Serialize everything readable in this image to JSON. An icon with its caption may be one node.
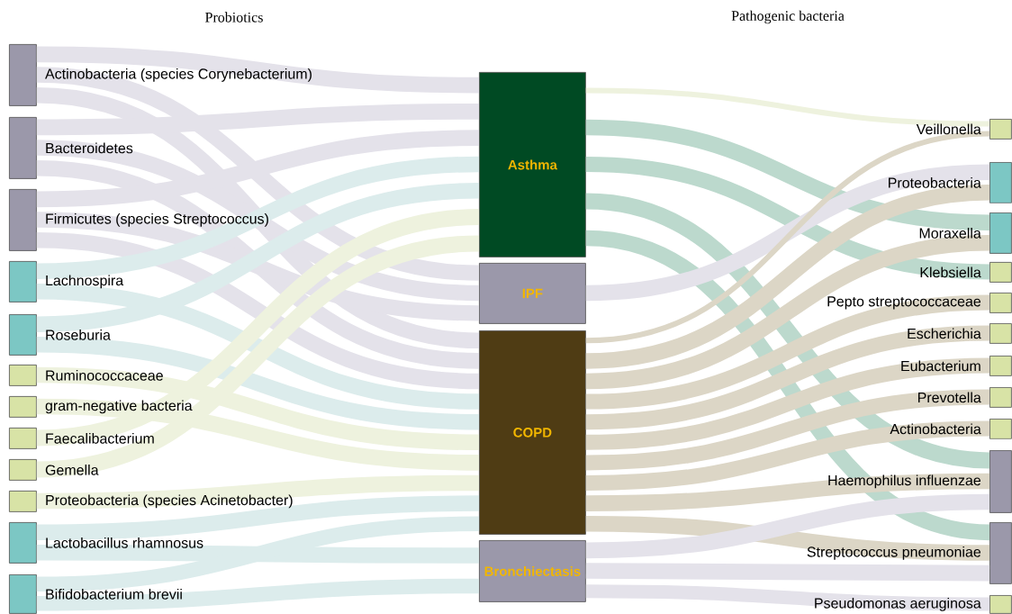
{
  "diagram": {
    "nodes": [
      {
        "text": [
          "Actinobacteria (species Corynebacterium)"
        ]
      },
      {
        "text": [
          "Bacteroidetes"
        ]
      },
      {
        "text": [
          "Firmicutes (species Streptococcus)"
        ]
      },
      {
        "text": [
          "Lachnospira"
        ]
      },
      {
        "text": [
          "Roseburia"
        ]
      },
      {
        "text": [
          "Ruminococcaceae"
        ]
      },
      {
        "text": [
          "gram-negative bacteria"
        ]
      },
      {
        "text": [
          "Faecalibacterium"
        ]
      },
      {
        "text": [
          "Gemella"
        ]
      },
      {
        "text": [
          "Proteobacteria (species Acinetobacter)"
        ]
      },
      {
        "text": [
          "Lactobacillus rhamnosus"
        ]
      },
      {
        "text": [
          "Bifidobacterium brevii"
        ]
      },
      {
        "text": [
          "Asthma"
        ]
      },
      {
        "text": [
          "IPF"
        ]
      },
      {
        "text": [
          "COPD"
        ]
      },
      {
        "text": [
          "Bronchiectasis"
        ]
      },
      {
        "text": [
          "Veillonella"
        ]
      },
      {
        "text": [
          "Proteobacteria"
        ]
      },
      {
        "text": [
          "Moraxella"
        ]
      },
      {
        "text": [
          "Klebsiella"
        ]
      },
      {
        "text": [
          "Pepto streptococcaceae"
        ]
      },
      {
        "text": [
          "Escherichia"
        ]
      },
      {
        "text": [
          "Eubacterium"
        ]
      },
      {
        "text": [
          "Prevotella"
        ]
      },
      {
        "text": [
          "Actinobacteria"
        ]
      },
      {
        "text": [
          "Haemophilus influenzae"
        ]
      },
      {
        "text": [
          "Streptococcus pneumoniae"
        ]
      },
      {
        "text": [
          "Pseudomonas aeruginosa"
        ]
      }
    ],
    "edges": [
      {
        "from": 0,
        "to": 12,
        "arrow": "none",
        "color": "#e4e2ea"
      },
      {
        "from": 0,
        "to": 13,
        "arrow": "none",
        "color": "#e4e2ea"
      },
      {
        "from": 0,
        "to": 14,
        "arrow": "none",
        "color": "#e4e2ea"
      },
      {
        "from": 1,
        "to": 12,
        "arrow": "none",
        "color": "#e4e2ea"
      },
      {
        "from": 1,
        "to": 13,
        "arrow": "none",
        "color": "#e4e2ea"
      },
      {
        "from": 1,
        "to": 14,
        "arrow": "none",
        "color": "#e4e2ea"
      },
      {
        "from": 2,
        "to": 12,
        "arrow": "none",
        "color": "#e4e2ea"
      },
      {
        "from": 2,
        "to": 13,
        "arrow": "none",
        "color": "#e4e2ea"
      },
      {
        "from": 2,
        "to": 14,
        "arrow": "none",
        "color": "#e4e2ea"
      },
      {
        "from": 3,
        "to": 12,
        "arrow": "none",
        "color": "#dcecec"
      },
      {
        "from": 3,
        "to": 14,
        "arrow": "none",
        "color": "#dcecec"
      },
      {
        "from": 4,
        "to": 12,
        "arrow": "none",
        "color": "#dcecec"
      },
      {
        "from": 4,
        "to": 14,
        "arrow": "none",
        "color": "#dcecec"
      },
      {
        "from": 5,
        "to": 14,
        "arrow": "none",
        "color": "#eef2de"
      },
      {
        "from": 6,
        "to": 14,
        "arrow": "none",
        "color": "#eef2de"
      },
      {
        "from": 7,
        "to": 12,
        "arrow": "none",
        "color": "#eef2de"
      },
      {
        "from": 8,
        "to": 12,
        "arrow": "none",
        "color": "#eef2de"
      },
      {
        "from": 9,
        "to": 14,
        "arrow": "none",
        "color": "#eef2de"
      },
      {
        "from": 10,
        "to": 14,
        "arrow": "none",
        "color": "#dcecec"
      },
      {
        "from": 10,
        "to": 15,
        "arrow": "none",
        "color": "#dcecec"
      },
      {
        "from": 11,
        "to": 14,
        "arrow": "none",
        "color": "#dcecec"
      },
      {
        "from": 11,
        "to": 15,
        "arrow": "none",
        "color": "#dcecec"
      },
      {
        "from": 12,
        "to": 16,
        "arrow": "none",
        "color": "#eef2de"
      },
      {
        "from": 12,
        "to": 18,
        "arrow": "none",
        "color": "#bcd9cd"
      },
      {
        "from": 12,
        "to": 19,
        "arrow": "none",
        "color": "#bcd9cd"
      },
      {
        "from": 12,
        "to": 25,
        "arrow": "none",
        "color": "#bcd9cd"
      },
      {
        "from": 12,
        "to": 26,
        "arrow": "none",
        "color": "#bcd9cd"
      },
      {
        "from": 13,
        "to": 17,
        "arrow": "none",
        "color": "#e4e2ea"
      },
      {
        "from": 14,
        "to": 16,
        "arrow": "none",
        "color": "#dcd6c6"
      },
      {
        "from": 14,
        "to": 17,
        "arrow": "none",
        "color": "#dcd6c6"
      },
      {
        "from": 14,
        "to": 18,
        "arrow": "none",
        "color": "#dcd6c6"
      },
      {
        "from": 14,
        "to": 20,
        "arrow": "none",
        "color": "#dcd6c6"
      },
      {
        "from": 14,
        "to": 21,
        "arrow": "none",
        "color": "#dcd6c6"
      },
      {
        "from": 14,
        "to": 22,
        "arrow": "none",
        "color": "#dcd6c6"
      },
      {
        "from": 14,
        "to": 23,
        "arrow": "none",
        "color": "#dcd6c6"
      },
      {
        "from": 14,
        "to": 24,
        "arrow": "none",
        "color": "#dcd6c6"
      },
      {
        "from": 14,
        "to": 25,
        "arrow": "none",
        "color": "#dcd6c6"
      },
      {
        "from": 14,
        "to": 26,
        "arrow": "none",
        "color": "#dcd6c6"
      },
      {
        "from": 15,
        "to": 25,
        "arrow": "none",
        "color": "#e4e2ea"
      },
      {
        "from": 15,
        "to": 26,
        "arrow": "none",
        "color": "#e4e2ea"
      },
      {
        "from": 15,
        "to": 27,
        "arrow": "none",
        "color": "#e4e2ea"
      }
    ],
    "labels": [
      "Probiotics",
      "Pathogenic bacteria"
    ]
  }
}
